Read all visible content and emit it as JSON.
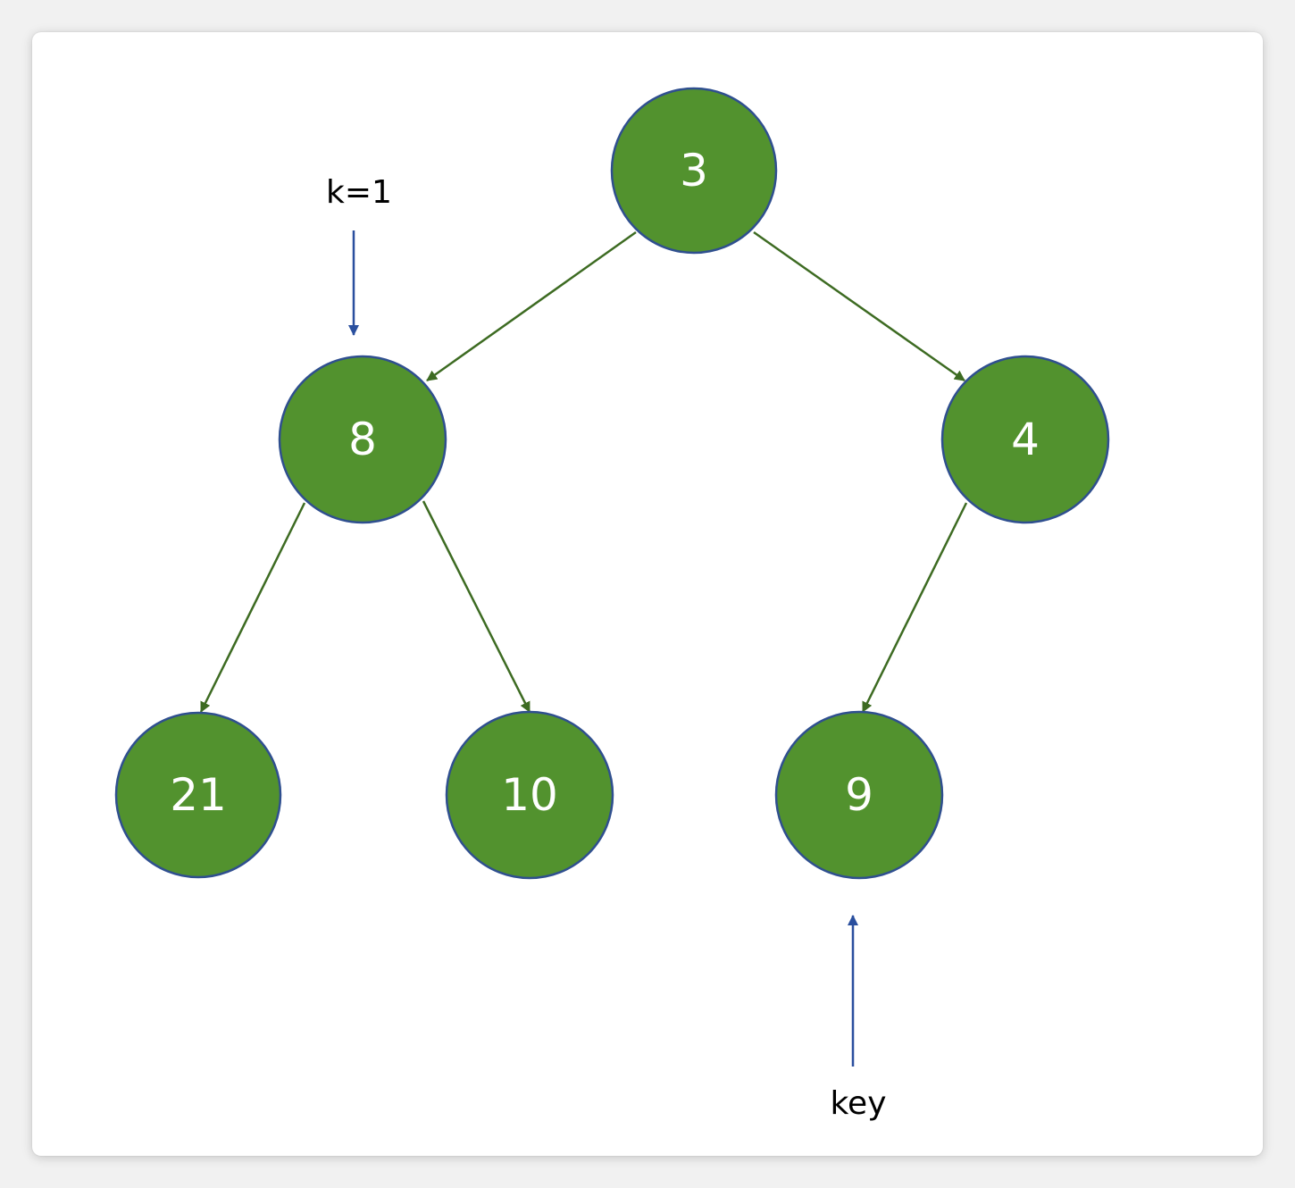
{
  "colors": {
    "node_fill": "#52922e",
    "node_stroke": "#2f4f8f",
    "edge": "#3d6b22",
    "pointer_arrow": "#2a4f9e"
  },
  "tree": {
    "nodes": [
      {
        "id": "n3",
        "label": "3"
      },
      {
        "id": "n8",
        "label": "8"
      },
      {
        "id": "n4",
        "label": "4"
      },
      {
        "id": "n21",
        "label": "21"
      },
      {
        "id": "n10",
        "label": "10"
      },
      {
        "id": "n9",
        "label": "9"
      }
    ],
    "edges": [
      {
        "from": "n3",
        "to": "n8"
      },
      {
        "from": "n3",
        "to": "n4"
      },
      {
        "from": "n8",
        "to": "n21"
      },
      {
        "from": "n8",
        "to": "n10"
      },
      {
        "from": "n4",
        "to": "n9"
      }
    ]
  },
  "annotations": {
    "k_label": "k=1",
    "key_label": "key"
  }
}
